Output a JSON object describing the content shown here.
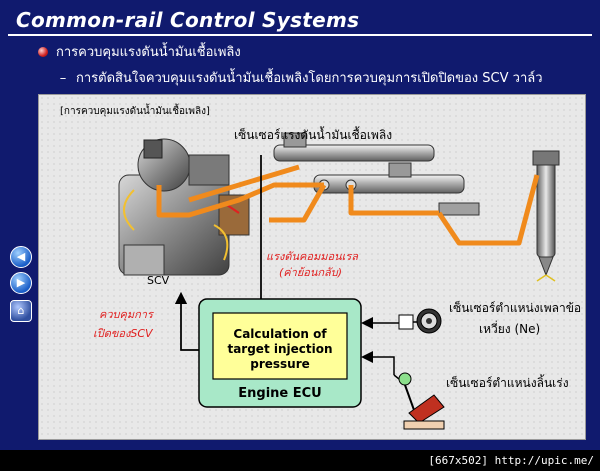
{
  "title": "Common-rail Control Systems",
  "bullet_main": "การควบคุมแรงดันน้ำมันเชื้อเพลิง",
  "bullet_sub": "การตัดสินใจควบคุมแรงดันน้ำมันเชื้อเพลิงโดยการควบคุมการเปิดปิดของ SCV วาล์ว",
  "sub_dash": "–",
  "diagram": {
    "panel_label": "[การควบคุมแรงดันน้ำมันเชื้อเพลิง]",
    "rail_sensor_label": "เซ็นเซอร์แรงดันน้ำมันเชื้อเพลิง",
    "feedback_line1": "แรงดันคอมมอนเรล",
    "feedback_line2": "(ค่าย้อนกลับ)",
    "scv_label": "SCV",
    "scv_control_line1": "ควบคุมการ",
    "scv_control_line2": "เปิดของSCV",
    "calc_line1": "Calculation of",
    "calc_line2": "target injection",
    "calc_line3": "pressure",
    "ecu_label": "Engine ECU",
    "crank_sensor_line1": "เซ็นเซอร์ตำแหน่งเพลาข้อ",
    "crank_sensor_line2": "เหวี่ยง (Ne)",
    "pedal_sensor_label": "เซ็นเซอร์ตำแหน่งลิ้นเร่ง"
  },
  "nav": {
    "prev_icon": "◀",
    "next_icon": "▶",
    "home_icon": "⌂"
  },
  "footer": "[667x502] http://upic.me/",
  "colors": {
    "slide_bg": "#101a6e",
    "fuel_line": "#f08a1c",
    "ecu_outer": "#a8e8c8",
    "ecu_inner": "#ffff99",
    "red_text": "#e02020"
  }
}
